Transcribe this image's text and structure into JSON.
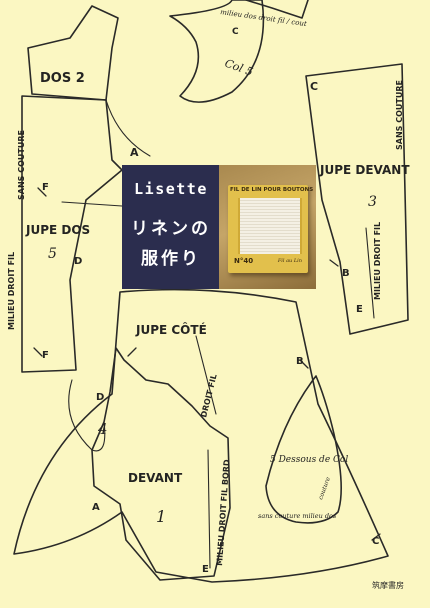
{
  "cover": {
    "title_latin": "Lisette",
    "title_ja_line1": "リネンの",
    "title_ja_line2": "服作り",
    "publisher": "筑摩書房"
  },
  "photo": {
    "card_label": "FIL DE LIN POUR BOUTONS",
    "card_number": "N°40",
    "card_brand": "Fil au Lin"
  },
  "pattern_labels": {
    "dos": "DOS 2",
    "dos_note": "milieu dos droit fil / cout",
    "col": "Col 5",
    "jupe_devant": "JUPE DEVANT",
    "jupe_devant_number": "3",
    "sans_couture": "SANS COUTURE",
    "milieu_droit_fil": "MILIEU DROIT FIL",
    "jupe_dos": "JUPE DOS",
    "jupe_dos_number": "5",
    "jupe_cote": "JUPE CÔTÉ",
    "droit_fil": "DROIT FIL",
    "devant": "DEVANT",
    "devant_number": "1",
    "devant_side_number": "4",
    "milieu_droit_fil_bord": "MILIEU DROIT FIL BORD",
    "dessous_col": "5 Dessous de Col",
    "sans_couture_milieu_dos": "sans couture milieu dos",
    "couture_note": "couture",
    "letter_a": "A",
    "letter_b": "B",
    "letter_c": "C",
    "letter_d": "D",
    "letter_e": "E",
    "letter_f": "F"
  },
  "colors": {
    "background": "#fbf7c2",
    "title_block": "#2b2d4e",
    "ink": "#2a2a28",
    "card": "#e2c04c"
  }
}
